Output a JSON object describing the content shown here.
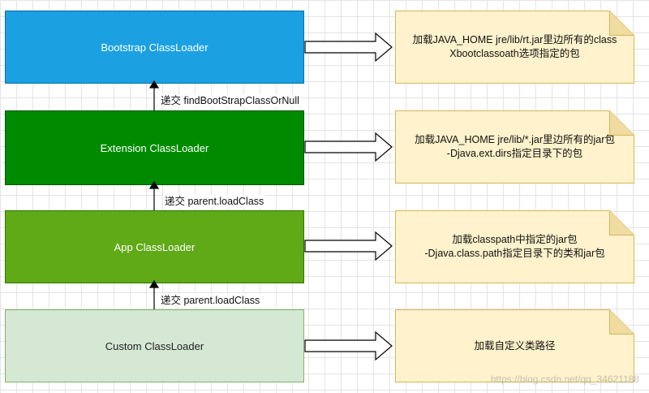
{
  "loaders": [
    {
      "label": "Bootstrap ClassLoader"
    },
    {
      "label": "Extension ClassLoader"
    },
    {
      "label": "App ClassLoader"
    },
    {
      "label": "Custom ClassLoader"
    }
  ],
  "notes": [
    {
      "line1": "加载JAVA_HOME  jre/lib/rt.jar里边所有的class",
      "line2": "Xbootclassoath选项指定的包"
    },
    {
      "line1": "加载JAVA_HOME  jre/lib/*.jar里边所有的jar包",
      "line2": "-Djava.ext.dirs指定目录下的包"
    },
    {
      "line1": "加载classpath中指定的jar包",
      "line2": "-Djava.class.path指定目录下的类和jar包"
    },
    {
      "line1": "加载自定义类路径",
      "line2": ""
    }
  ],
  "delegations": [
    {
      "label": "递交 findBootStrapClassOrNull"
    },
    {
      "label": "递交 parent.loadClass"
    },
    {
      "label": "递交 parent.loadClass"
    }
  ],
  "watermark": "https://blog.csdn.net/qq_34621188",
  "colors": {
    "bootstrap": "#1ba1e2",
    "extension": "#008a00",
    "app": "#60a917",
    "custom": "#d5e8d4",
    "note_fill": "#fff2cc",
    "note_stroke": "#d6b656"
  }
}
